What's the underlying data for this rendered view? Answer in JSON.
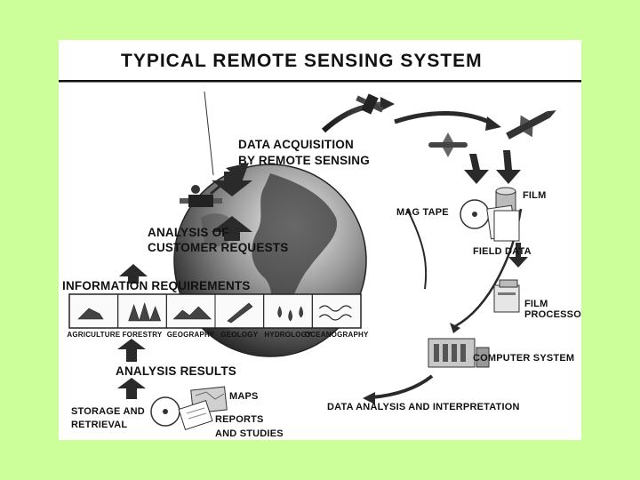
{
  "title": "TYPICAL REMOTE SENSING SYSTEM",
  "labels": {
    "data_acquisition_1": "DATA ACQUISITION",
    "data_acquisition_2": "BY REMOTE SENSING",
    "analysis_customer_1": "ANALYSIS OF",
    "analysis_customer_2": "CUSTOMER REQUESTS",
    "information_requirements": "INFORMATION REQUIREMENTS",
    "mag_tape": "MAG TAPE",
    "film": "FILM",
    "field_data": "FIELD DATA",
    "film_processor_1": "FILM",
    "film_processor_2": "PROCESSOR",
    "computer_system": "COMPUTER SYSTEM",
    "data_analysis": "DATA ANALYSIS AND INTERPRETATION",
    "analysis_results": "ANALYSIS RESULTS",
    "storage_1": "STORAGE AND",
    "storage_2": "RETRIEVAL",
    "maps": "MAPS",
    "reports_1": "REPORTS",
    "reports_2": "AND STUDIES"
  },
  "disciplines": [
    {
      "label": "AGRICULTURE",
      "icon": "tractor-icon"
    },
    {
      "label": "FORESTRY",
      "icon": "trees-icon"
    },
    {
      "label": "GEOGRAPHY",
      "icon": "terrain-icon"
    },
    {
      "label": "GEOLOGY",
      "icon": "drill-icon"
    },
    {
      "label": "HYDROLOGY",
      "icon": "water-drops-icon"
    },
    {
      "label": "OCEANOGRAPHY",
      "icon": "waves-icon"
    }
  ],
  "colors": {
    "background": "#ccff99",
    "panel": "#ffffff",
    "ink": "#111111",
    "arrow": "#2a2a2a"
  }
}
